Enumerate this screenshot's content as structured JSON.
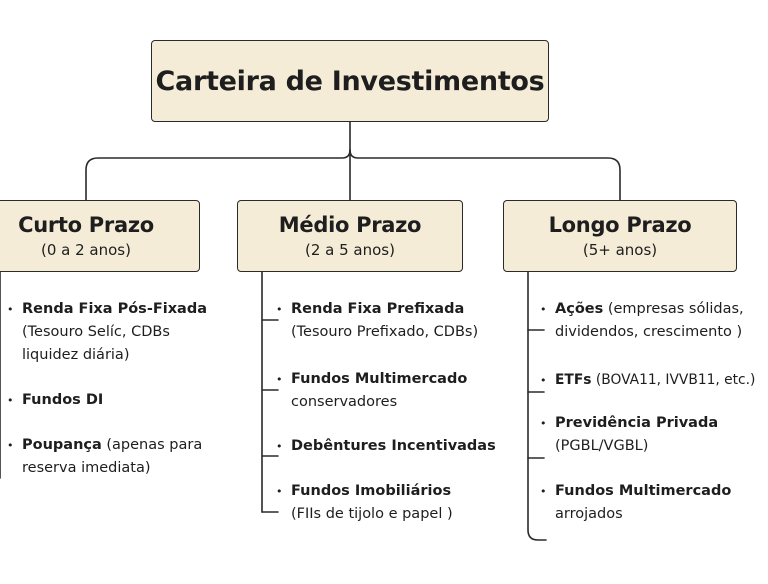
{
  "root": {
    "title": "Carteira de Investimentos"
  },
  "columns": [
    {
      "title": "Curto Prazo",
      "subtitle": "(0 a 2 anos)",
      "items": [
        {
          "label": "Renda Fixa Pós-Fixada",
          "line1_rest": "",
          "line2": "(Tesouro Selíc, CDBs",
          "line3": "liquidez diária)"
        },
        {
          "label": "Fundos DI",
          "line1_rest": "",
          "line2": "",
          "line3": ""
        },
        {
          "label": "Poupança",
          "line1_rest": " (apenas para",
          "line2": "reserva imediata)",
          "line3": ""
        }
      ]
    },
    {
      "title": "Médio Prazo",
      "subtitle": "(2 a 5 anos)",
      "items": [
        {
          "label": "Renda Fixa Prefixada",
          "line1_rest": "",
          "line2": "(Tesouro Prefixado, CDBs)",
          "line3": ""
        },
        {
          "label": "Fundos Multimercado",
          "line1_rest": "",
          "line2": "conservadores",
          "line3": ""
        },
        {
          "label": "Debêntures Incentivadas",
          "line1_rest": "",
          "line2": "",
          "line3": ""
        },
        {
          "label": "Fundos Imobiliários",
          "line1_rest": "",
          "line2": "(FIIs de tijolo e papel  )",
          "line3": ""
        }
      ]
    },
    {
      "title": "Longo Prazo",
      "subtitle": "(5+ anos)",
      "items": [
        {
          "label": "Ações",
          "line1_rest": " (empresas sólidas,",
          "line2": "dividendos, crescimento   )",
          "line3": ""
        },
        {
          "label": "ETFs",
          "line1_rest": " (BOVA11, IVVB11, etc.)",
          "line2": "",
          "line3": ""
        },
        {
          "label": "Previdência Privada",
          "line1_rest": "",
          "line2": "(PGBL/VGBL)",
          "line3": ""
        },
        {
          "label": "Fundos Multimercado",
          "line1_rest": "",
          "line2": "arrojados",
          "line3": ""
        }
      ]
    }
  ]
}
